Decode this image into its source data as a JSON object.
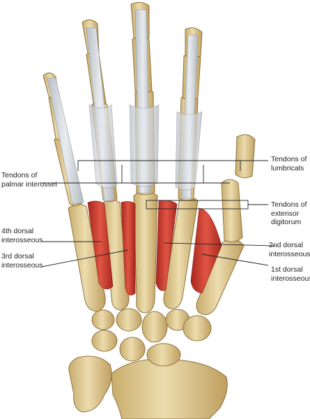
{
  "labels": {
    "tendons_lumbricals": [
      "Tendons of",
      "lumbricals"
    ],
    "tendons_palmar_interossei": [
      "Tendons of",
      "palmar interossei"
    ],
    "tendons_extensor_digitorum": [
      "Tendons of",
      "extensor",
      "digitorum"
    ],
    "fourth_dorsal_interosseous": [
      "4th dorsal",
      "interosseous"
    ],
    "third_dorsal_interosseous": [
      "3rd dorsal",
      "interosseous"
    ],
    "second_dorsal_interosseous": [
      "2nd dorsal",
      "interosseous"
    ],
    "first_dorsal_interosseous": [
      "1st dorsal",
      "interosseous"
    ]
  },
  "colors": {
    "bone": "#e3cf9a",
    "bone_shadow": "#b89a5e",
    "tendon": "#d5d9de",
    "muscle": "#c8382c",
    "leader_line": "#222222"
  }
}
